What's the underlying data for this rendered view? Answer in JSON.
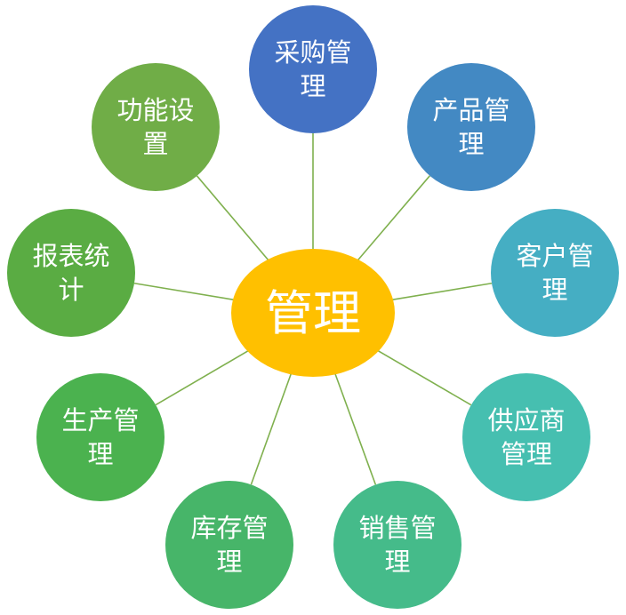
{
  "center": {
    "label": "管理",
    "color": "#ffc000"
  },
  "nodes": [
    {
      "id": "purchase",
      "lines": [
        "采购管",
        "理"
      ],
      "color": "#4472c4"
    },
    {
      "id": "product",
      "lines": [
        "产品管",
        "理"
      ],
      "color": "#4389c3"
    },
    {
      "id": "customer",
      "lines": [
        "客户管",
        "理"
      ],
      "color": "#45aec3"
    },
    {
      "id": "supplier",
      "lines": [
        "供应商",
        "管理"
      ],
      "color": "#46bfb0"
    },
    {
      "id": "sales",
      "lines": [
        "销售管",
        "理"
      ],
      "color": "#45bb8a"
    },
    {
      "id": "inventory",
      "lines": [
        "库存管",
        "理"
      ],
      "color": "#47b569"
    },
    {
      "id": "production",
      "lines": [
        "生产管",
        "理"
      ],
      "color": "#4bb24f"
    },
    {
      "id": "statistics",
      "lines": [
        "报表统",
        "计"
      ],
      "color": "#5aac43"
    },
    {
      "id": "settings",
      "lines": [
        "功能设",
        "置"
      ],
      "color": "#70ad47"
    }
  ],
  "spoke_color": "#7fb04e"
}
